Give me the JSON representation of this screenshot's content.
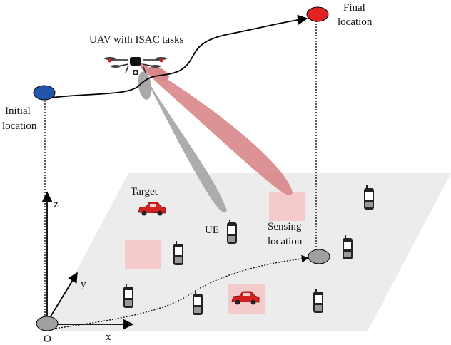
{
  "labels": {
    "uav": "UAV with ISAC tasks",
    "final_1": "Final",
    "final_2": "location",
    "initial_1": "Initial",
    "initial_2": "location",
    "target": "Target",
    "ue": "UE",
    "sensing_1": "Sensing",
    "sensing_2": "location",
    "axis_z": "z",
    "axis_y": "y",
    "axis_x": "x",
    "origin": "O"
  },
  "colors": {
    "plane": "#ececec",
    "initial_marker": "#2255aa",
    "final_marker": "#e02222",
    "ground_marker": "#a0a0a0",
    "sensing_beam": "#d9878a",
    "comm_beam": "#a9a9a9",
    "sensing_area": "#f4c8c8",
    "car": "#d42020"
  },
  "icons": {
    "uav": "drone-icon",
    "target": "car-icon",
    "ue": "phone-icon"
  }
}
